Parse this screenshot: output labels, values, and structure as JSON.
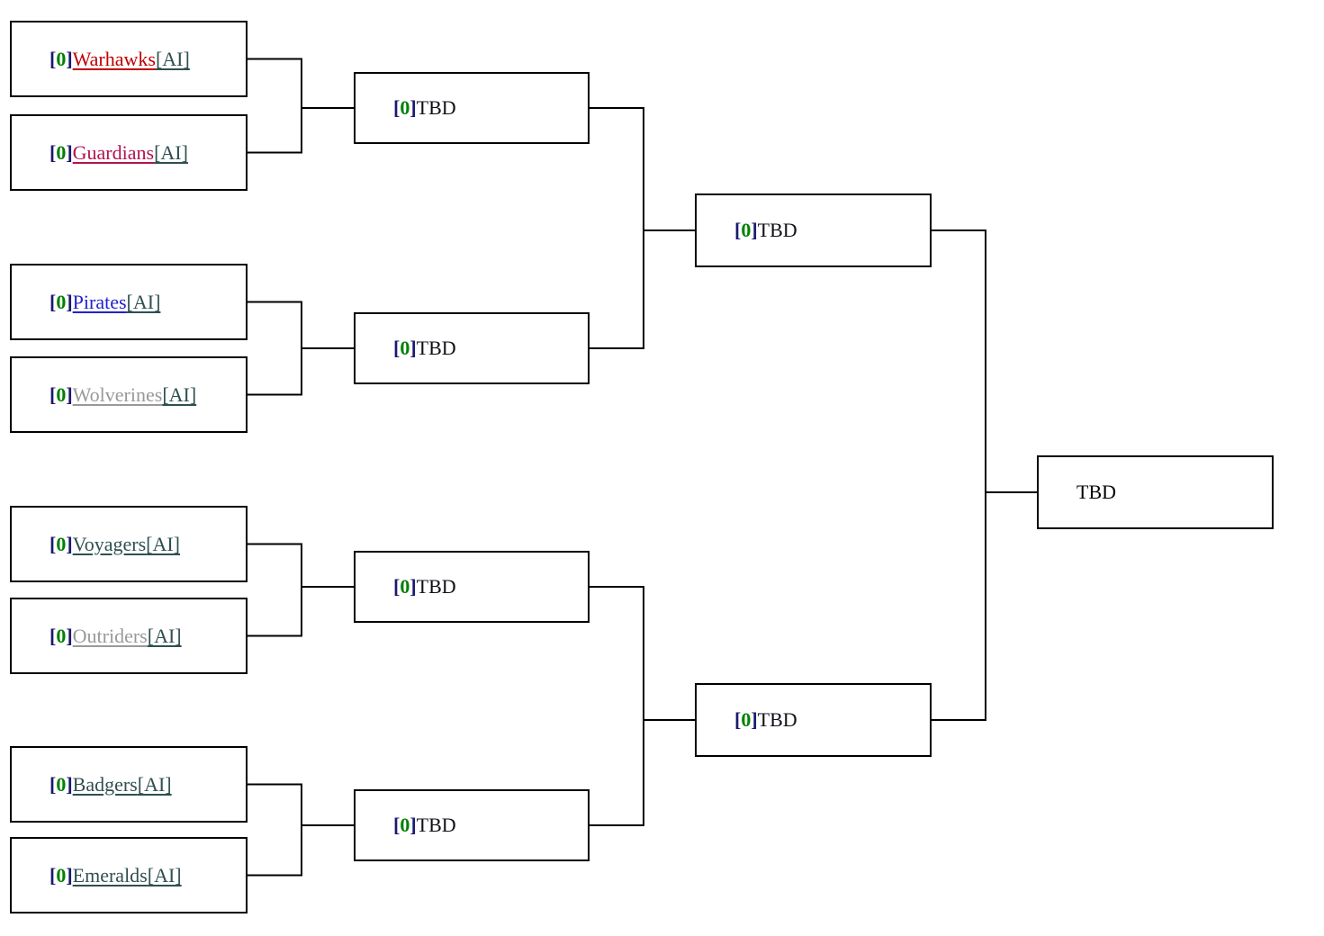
{
  "colors": {
    "score_bracket": "#191970",
    "score_value": "#008000",
    "ai_link": "#2F4F4F",
    "tbd_text": "#101018",
    "final_text": "#000000",
    "line": "#000000"
  },
  "rounds": [
    {
      "name": "round-1",
      "slots": [
        {
          "score_prefix": "[",
          "score": "0",
          "score_suffix": "]",
          "name": "Warhawks",
          "ai_label": "[AI]",
          "color": "#C00000"
        },
        {
          "score_prefix": "[",
          "score": "0",
          "score_suffix": "]",
          "name": "Guardians",
          "ai_label": "[AI]",
          "color": "#B3134F"
        },
        {
          "score_prefix": "[",
          "score": "0",
          "score_suffix": "]",
          "name": "Pirates",
          "ai_label": "[AI]",
          "color": "#2222CC"
        },
        {
          "score_prefix": "[",
          "score": "0",
          "score_suffix": "]",
          "name": "Wolverines",
          "ai_label": "[AI]",
          "color": "#999999"
        },
        {
          "score_prefix": "[",
          "score": "0",
          "score_suffix": "]",
          "name": "Voyagers",
          "ai_label": "[AI]",
          "color": "#2F4F4F"
        },
        {
          "score_prefix": "[",
          "score": "0",
          "score_suffix": "]",
          "name": "Outriders",
          "ai_label": "[AI]",
          "color": "#999999"
        },
        {
          "score_prefix": "[",
          "score": "0",
          "score_suffix": "]",
          "name": "Badgers",
          "ai_label": "[AI]",
          "color": "#2F4F4F"
        },
        {
          "score_prefix": "[",
          "score": "0",
          "score_suffix": "]",
          "name": "Emeralds",
          "ai_label": "[AI]",
          "color": "#2F4F4F"
        }
      ]
    },
    {
      "name": "round-2",
      "slots": [
        {
          "score_prefix": "[",
          "score": "0",
          "score_suffix": "]",
          "name": "TBD"
        },
        {
          "score_prefix": "[",
          "score": "0",
          "score_suffix": "]",
          "name": "TBD"
        },
        {
          "score_prefix": "[",
          "score": "0",
          "score_suffix": "]",
          "name": "TBD"
        },
        {
          "score_prefix": "[",
          "score": "0",
          "score_suffix": "]",
          "name": "TBD"
        }
      ]
    },
    {
      "name": "round-3",
      "slots": [
        {
          "score_prefix": "[",
          "score": "0",
          "score_suffix": "]",
          "name": "TBD"
        },
        {
          "score_prefix": "[",
          "score": "0",
          "score_suffix": "]",
          "name": "TBD"
        }
      ]
    },
    {
      "name": "final",
      "slots": [
        {
          "name": "TBD"
        }
      ]
    }
  ]
}
